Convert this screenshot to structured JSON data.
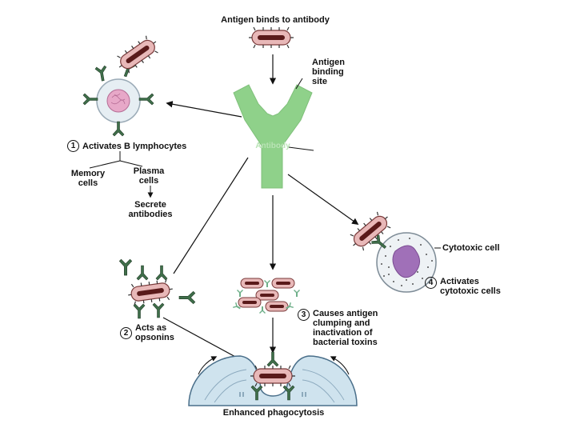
{
  "title": "Antigen binds to antibody",
  "antigen_binding_site": "Antigen binding site",
  "antibody_label": "Antibody",
  "step1": {
    "number": "1",
    "label": "Activates B lymphocytes"
  },
  "memory_cells": "Memory cells",
  "plasma_cells": "Plasma cells",
  "secrete_antibodies": "Secrete antibodies",
  "step2": {
    "number": "2",
    "label": "Acts as opsonins"
  },
  "step3": {
    "number": "3",
    "label": "Causes antigen clumping and inactivation of bacterial toxins"
  },
  "step4": {
    "number": "4",
    "label": "Activates cytotoxic cells"
  },
  "cytotoxic_cell": "Cytotoxic cell",
  "enhanced_phagocytosis": "Enhanced phagocytosis",
  "colors": {
    "antibody": "#8fd18a",
    "antibody_small": "#3f6f4a",
    "bacterium_fill": "#e8b8b8",
    "bacterium_core": "#5a1a1a",
    "b_cell_body": "#e6eef3",
    "b_cell_nucleus": "#e7a8c8",
    "cytotoxic_nucleus": "#a070b8",
    "phagocyte": "#cfe3ee"
  }
}
